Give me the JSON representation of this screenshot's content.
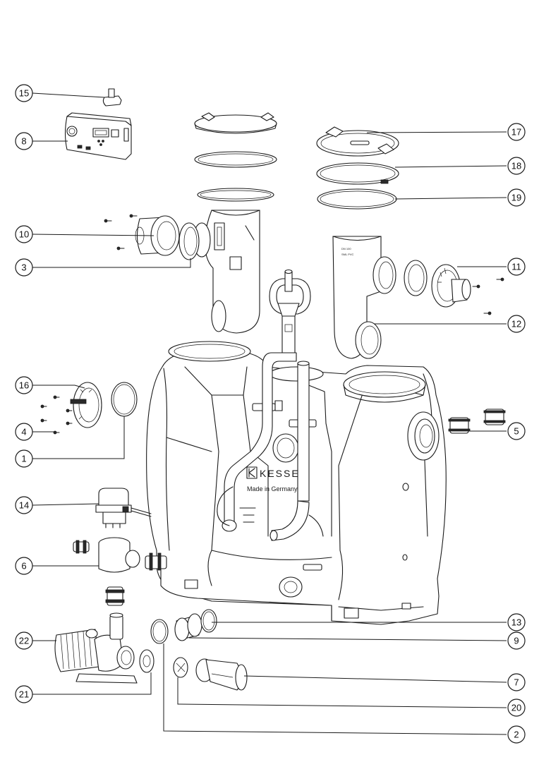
{
  "diagram": {
    "brand_text": "KESSE",
    "brand_subtitle": "Made in Germany",
    "callouts": [
      {
        "id": "c15",
        "label": "15"
      },
      {
        "id": "c8",
        "label": "8"
      },
      {
        "id": "c10",
        "label": "10"
      },
      {
        "id": "c3",
        "label": "3"
      },
      {
        "id": "c16",
        "label": "16"
      },
      {
        "id": "c4",
        "label": "4"
      },
      {
        "id": "c1",
        "label": "1"
      },
      {
        "id": "c14",
        "label": "14"
      },
      {
        "id": "c6",
        "label": "6"
      },
      {
        "id": "c22",
        "label": "22"
      },
      {
        "id": "c21",
        "label": "21"
      },
      {
        "id": "c17",
        "label": "17"
      },
      {
        "id": "c18",
        "label": "18"
      },
      {
        "id": "c19",
        "label": "19"
      },
      {
        "id": "c11",
        "label": "11"
      },
      {
        "id": "c12",
        "label": "12"
      },
      {
        "id": "c5",
        "label": "5"
      },
      {
        "id": "c13",
        "label": "13"
      },
      {
        "id": "c9",
        "label": "9"
      },
      {
        "id": "c7",
        "label": "7"
      },
      {
        "id": "c20",
        "label": "20"
      },
      {
        "id": "c2",
        "label": "2"
      }
    ]
  }
}
